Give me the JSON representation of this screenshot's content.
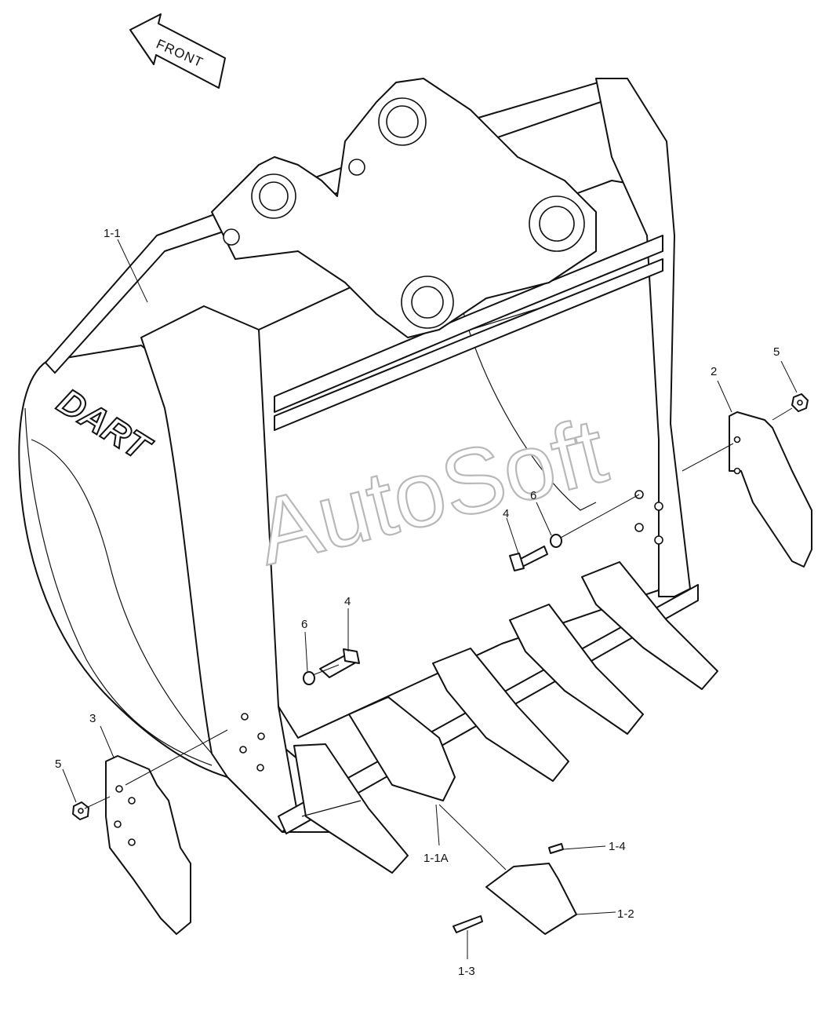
{
  "diagram": {
    "front_label": "FRONT",
    "logo_text": "DART",
    "watermark": "AutoSoft",
    "callouts": [
      {
        "id": "c-1-1",
        "text": "1-1"
      },
      {
        "id": "c-1-1a",
        "text": "1-1A"
      },
      {
        "id": "c-1-2",
        "text": "1-2"
      },
      {
        "id": "c-1-3",
        "text": "1-3"
      },
      {
        "id": "c-1-4",
        "text": "1-4"
      },
      {
        "id": "c-2",
        "text": "2"
      },
      {
        "id": "c-3",
        "text": "3"
      },
      {
        "id": "c-4a",
        "text": "4"
      },
      {
        "id": "c-4b",
        "text": "4"
      },
      {
        "id": "c-5a",
        "text": "5"
      },
      {
        "id": "c-5b",
        "text": "5"
      },
      {
        "id": "c-6a",
        "text": "6"
      },
      {
        "id": "c-6b",
        "text": "6"
      }
    ]
  }
}
